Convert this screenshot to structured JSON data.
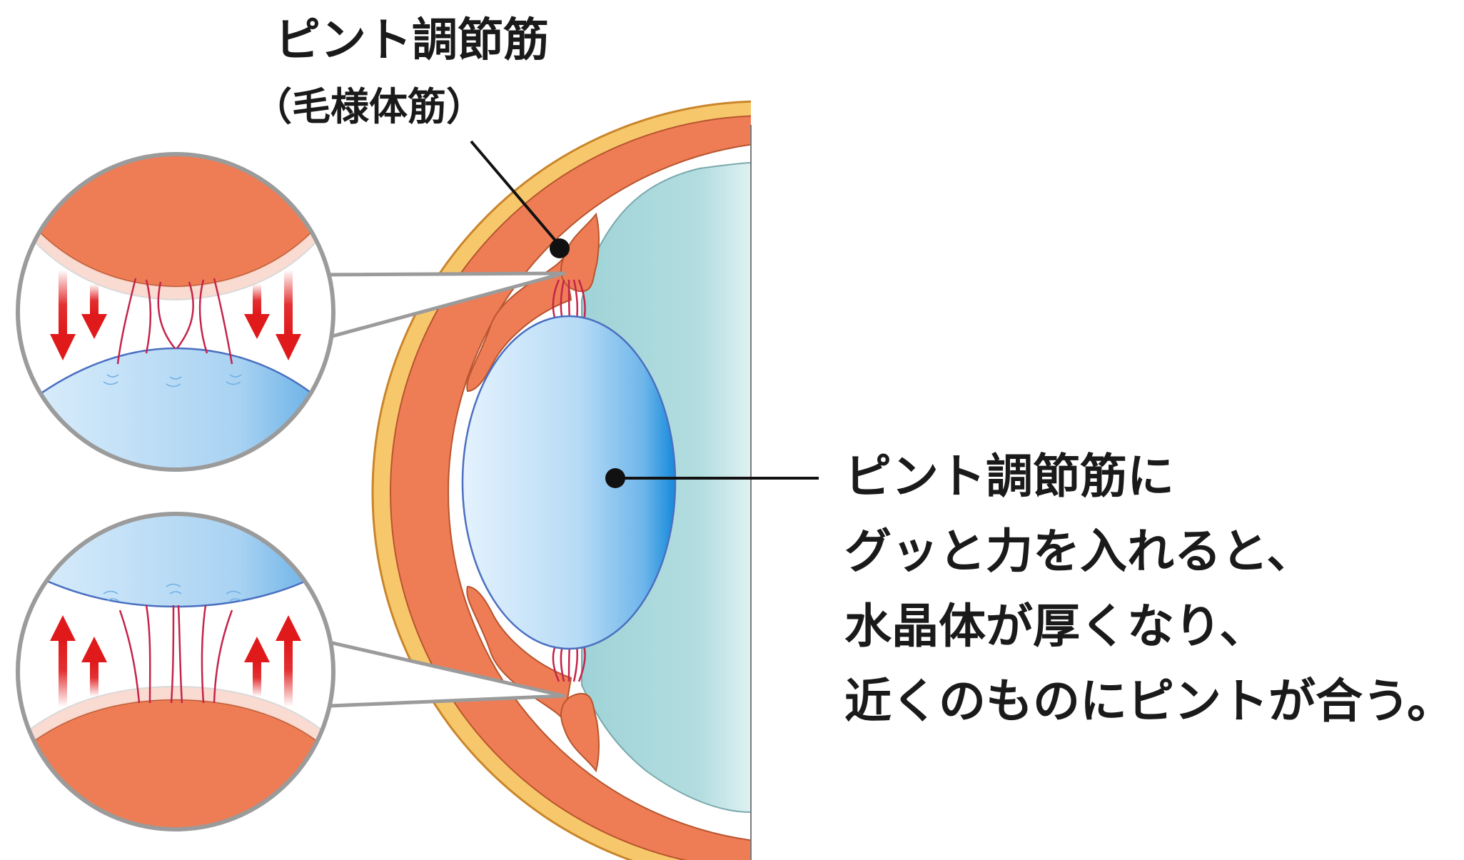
{
  "labels": {
    "muscle_title": "ピント調節筋",
    "muscle_subtitle": "（毛様体筋）",
    "description_lines": [
      "ピント調節筋に",
      "グッと力を入れると、",
      "水晶体が厚くなり、",
      "近くのものにピントが合う。"
    ]
  },
  "colors": {
    "muscle": "#ee7d55",
    "sclera": "#f7c86b",
    "sclera_stroke": "#d99a2b",
    "vitreous": "#a6d7da",
    "lens_light": "#dcefff",
    "lens_dark": "#1d8fdc",
    "lens_stroke": "#4a6fc0",
    "fiber": "#c4244c",
    "arrow": "#e0191b",
    "circle_border": "#9b9b9b",
    "text": "#1a1a1a"
  }
}
